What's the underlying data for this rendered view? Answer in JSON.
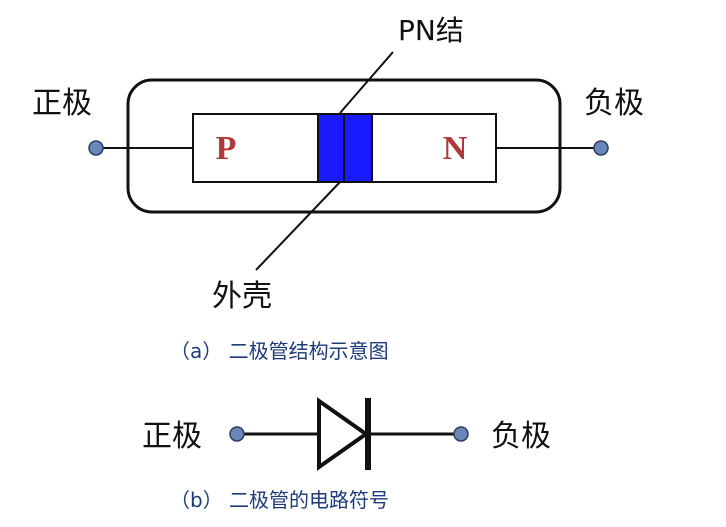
{
  "diagram_a": {
    "pn_label": "PN结",
    "left_label": "正极",
    "right_label": "负极",
    "p_label": "P",
    "n_label": "N",
    "case_label": "外壳",
    "caption": "（a）  二极管结构示意图"
  },
  "diagram_b": {
    "left_label": "正极",
    "right_label": "负极",
    "caption": "（b）  二极管的电路符号"
  },
  "colors": {
    "junction": "#1a1aff",
    "terminal": "#6b86b8",
    "pn_text": "#b03a3a",
    "caption": "#1f3c78",
    "line": "#111111"
  }
}
